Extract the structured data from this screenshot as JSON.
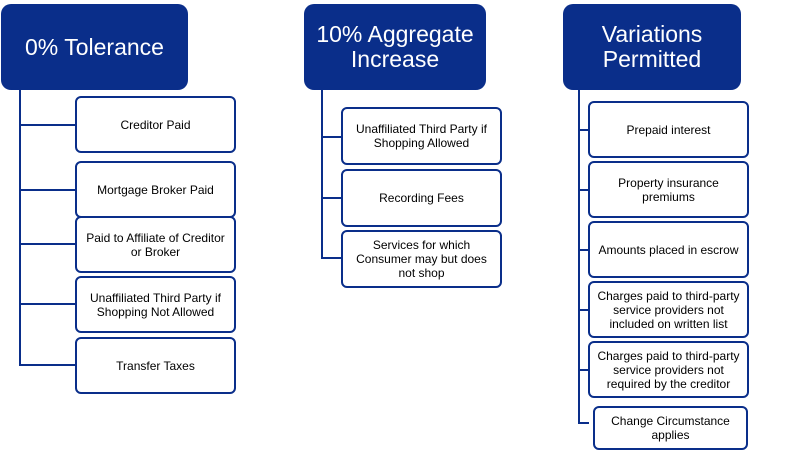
{
  "columns": [
    {
      "header": "0% Tolerance",
      "items": [
        "Creditor Paid",
        "Mortgage Broker Paid",
        "Paid to  Affiliate of Creditor or Broker",
        "Unaffiliated Third Party if Shopping Not Allowed",
        "Transfer Taxes"
      ]
    },
    {
      "header": "10% Aggregate Increase",
      "items": [
        "Unaffiliated Third Party if Shopping Allowed",
        "Recording Fees",
        "Services for which Consumer may but does not shop"
      ]
    },
    {
      "header": "Variations Permitted",
      "items": [
        "Prepaid interest",
        "Property insurance premiums",
        "Amounts placed in escrow",
        "Charges paid to third-party service providers not included on written list",
        "Charges paid to third-party service providers not required by the creditor",
        "Change Circumstance applies"
      ]
    }
  ],
  "colors": {
    "header_bg": "#0a2e8a",
    "border": "#0a2e8a",
    "text": "#000000"
  }
}
